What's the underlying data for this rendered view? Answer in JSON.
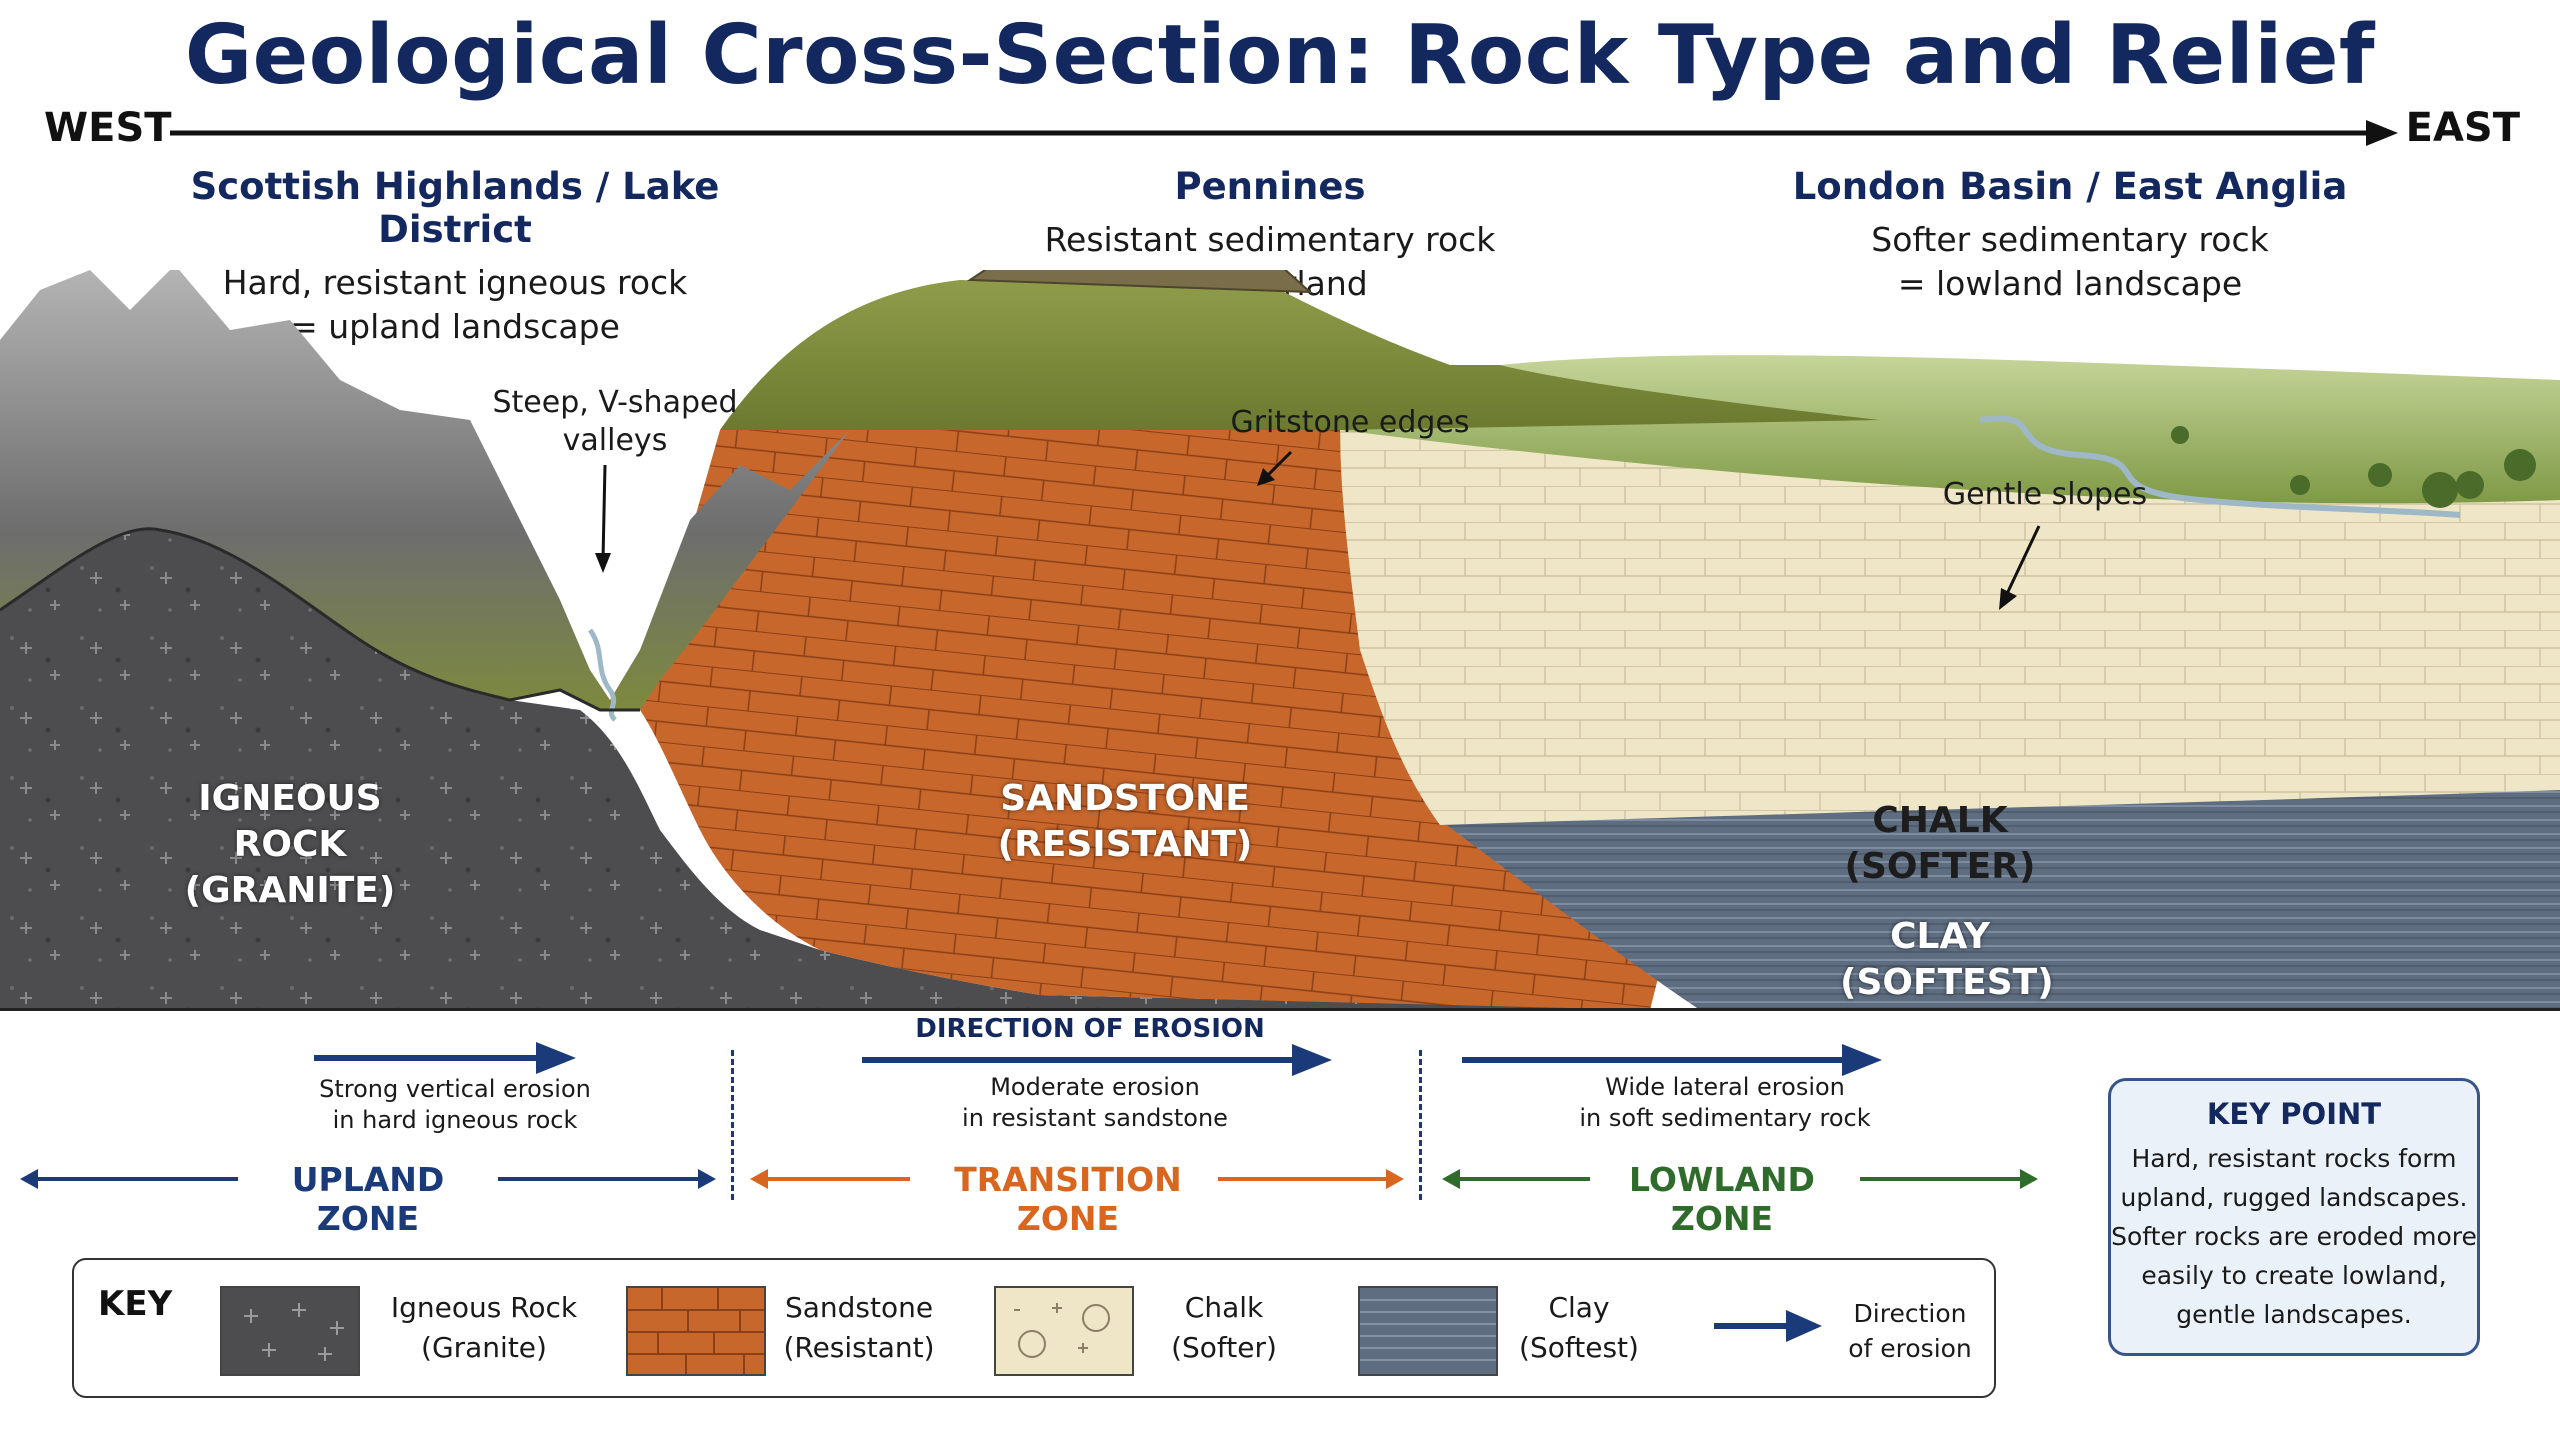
{
  "title": "Geological Cross-Section: Rock Type and Relief",
  "direction": {
    "west": "WEST",
    "east": "EAST"
  },
  "regions": [
    {
      "name": "Scottish Highlands / Lake District",
      "line1": "Hard, resistant igneous rock",
      "line2": "= upland landscape"
    },
    {
      "name": "Pennines",
      "line1": "Resistant sedimentary rock",
      "line2": "= moorland"
    },
    {
      "name": "London Basin / East Anglia",
      "line1": "Softer sedimentary rock",
      "line2": "= lowland landscape"
    }
  ],
  "callouts": {
    "valleys_line1": "Steep, V-shaped",
    "valleys_line2": "valleys",
    "gritstone": "Gritstone edges",
    "slopes": "Gentle slopes"
  },
  "rock_labels": {
    "igneous_line1": "IGNEOUS ROCK",
    "igneous_line2": "(GRANITE)",
    "sandstone_line1": "SANDSTONE",
    "sandstone_line2": "(RESISTANT)",
    "chalk_line1": "CHALK",
    "chalk_line2": "(SOFTER)",
    "clay_line1": "CLAY",
    "clay_line2": "(SOFTEST)"
  },
  "erosion": {
    "title": "DIRECTION OF EROSION",
    "upland_line1": "Strong vertical erosion",
    "upland_line2": "in hard igneous rock",
    "transition_line1": "Moderate erosion",
    "transition_line2": "in resistant sandstone",
    "lowland_line1": "Wide lateral erosion",
    "lowland_line2": "in soft sedimentary rock"
  },
  "zones": {
    "upland": "UPLAND ZONE",
    "transition": "TRANSITION ZONE",
    "lowland": "LOWLAND ZONE"
  },
  "key": {
    "title": "KEY",
    "igneous_line1": "Igneous Rock",
    "igneous_line2": "(Granite)",
    "sandstone_line1": "Sandstone",
    "sandstone_line2": "(Resistant)",
    "chalk_line1": "Chalk",
    "chalk_line2": "(Softer)",
    "clay_line1": "Clay",
    "clay_line2": "(Softest)",
    "arrow_line1": "Direction",
    "arrow_line2": "of erosion"
  },
  "key_point": {
    "title": "KEY POINT",
    "line1": "Hard, resistant rocks form",
    "line2": "upland, rugged landscapes.",
    "line3": "Softer rocks are eroded more",
    "line4": "easily to create lowland,",
    "line5": "gentle landscapes."
  },
  "colors": {
    "title_navy": "#13285e",
    "igneous": "#4a4a4c",
    "sandstone": "#c96a2e",
    "chalk": "#efe6c6",
    "clay": "#5f6f82",
    "vegetation": "#7e8a3a",
    "transition_orange": "#d9661f",
    "lowland_green": "#2f6b2a",
    "arrow_navy": "#1b3a7a"
  }
}
